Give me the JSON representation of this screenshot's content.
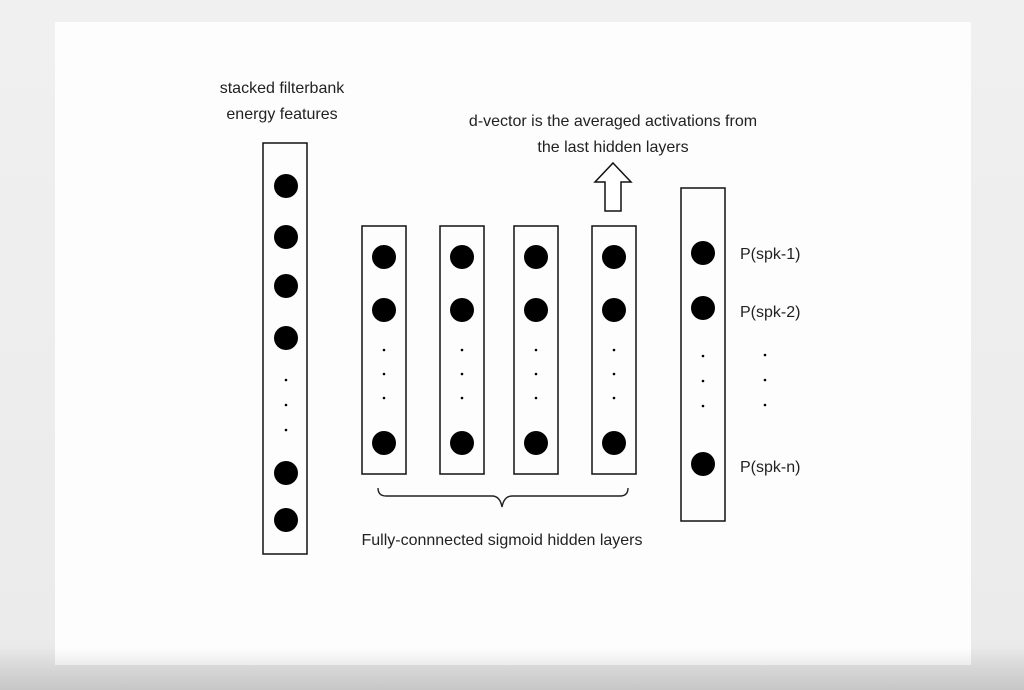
{
  "diagram": {
    "input_label_line1": "stacked filterbank",
    "input_label_line2": "energy features",
    "dvector_line1": "d-vector is the averaged activations from",
    "dvector_line2": "the last hidden layers",
    "hidden_caption": "Fully-connnected sigmoid hidden layers",
    "outputs": [
      "P(spk-1)",
      "P(spk-2)",
      "P(spk-n)"
    ],
    "hidden_layer_count": 4
  }
}
